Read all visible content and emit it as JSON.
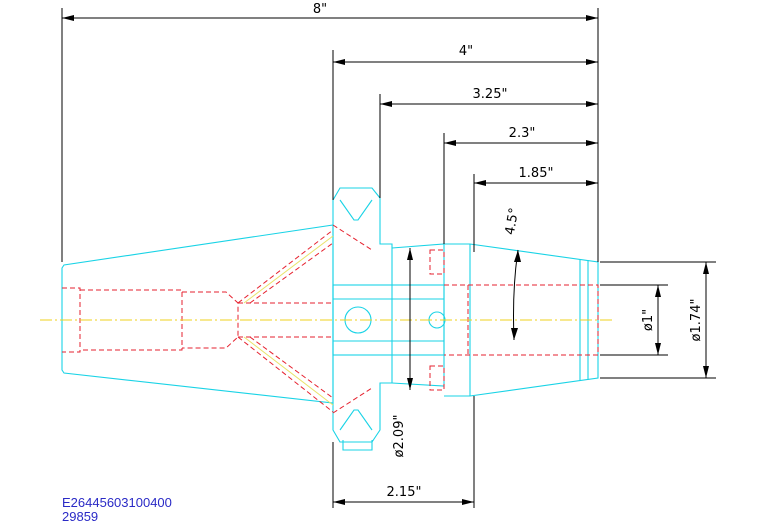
{
  "dimensions": {
    "overall_length": "8\"",
    "length_4": "4\"",
    "length_325": "3.25\"",
    "length_23": "2.3\"",
    "length_185": "1.85\"",
    "angle": "4.5°",
    "dia_1": "ø1\"",
    "dia_174": "ø1.74\"",
    "dia_209": "ø2.09\"",
    "length_215": "2.15\""
  },
  "part_id": {
    "number": "E26445603100400",
    "sub_number": "29859"
  },
  "colors": {
    "outline": "#19d3e6",
    "hidden_lines": "#e6222f",
    "centerline": "#efd21c",
    "dimension": "#000000",
    "id_text": "#2a2ac6"
  }
}
